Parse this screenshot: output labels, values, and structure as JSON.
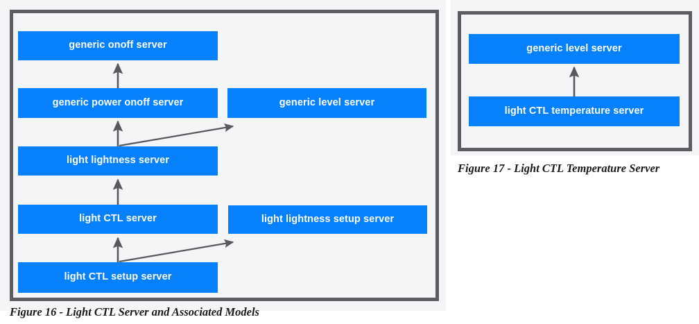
{
  "palette": {
    "box_fill": "#0680fb",
    "box_text": "#ffffff",
    "frame_border": "#5c5e61",
    "frame_fill": "#f4f5f6",
    "arrow_color": "#57595c",
    "page_background": "#ffffff"
  },
  "figures": [
    {
      "id": "figure-16",
      "caption": "Figure 16 - Light CTL Server and Associated Models",
      "boxes": [
        {
          "id": "generic-onoff-server",
          "label": "generic onoff server"
        },
        {
          "id": "generic-power-onoff-server",
          "label": "generic power onoff server"
        },
        {
          "id": "generic-level-server",
          "label": "generic level server"
        },
        {
          "id": "light-lightness-server",
          "label": "light lightness server"
        },
        {
          "id": "light-ctl-server",
          "label": "light CTL server"
        },
        {
          "id": "light-lightness-setup-server",
          "label": "light lightness setup server"
        },
        {
          "id": "light-ctl-setup-server",
          "label": "light CTL setup server"
        }
      ],
      "edges": [
        {
          "from": "generic-power-onoff-server",
          "to": "generic-onoff-server",
          "kind": "vertical"
        },
        {
          "from": "light-lightness-server",
          "to": "generic-power-onoff-server",
          "kind": "vertical"
        },
        {
          "from": "light-lightness-server",
          "to": "generic-level-server",
          "kind": "diagonal"
        },
        {
          "from": "light-ctl-server",
          "to": "light-lightness-server",
          "kind": "vertical"
        },
        {
          "from": "light-ctl-setup-server",
          "to": "light-ctl-server",
          "kind": "vertical"
        },
        {
          "from": "light-ctl-setup-server",
          "to": "light-lightness-setup-server",
          "kind": "diagonal"
        }
      ]
    },
    {
      "id": "figure-17",
      "caption": "Figure 17 - Light CTL Temperature Server",
      "boxes": [
        {
          "id": "generic-level-server-2",
          "label": "generic level server"
        },
        {
          "id": "light-ctl-temperature-server",
          "label": "light CTL temperature server"
        }
      ],
      "edges": [
        {
          "from": "light-ctl-temperature-server",
          "to": "generic-level-server-2",
          "kind": "vertical"
        }
      ]
    }
  ]
}
